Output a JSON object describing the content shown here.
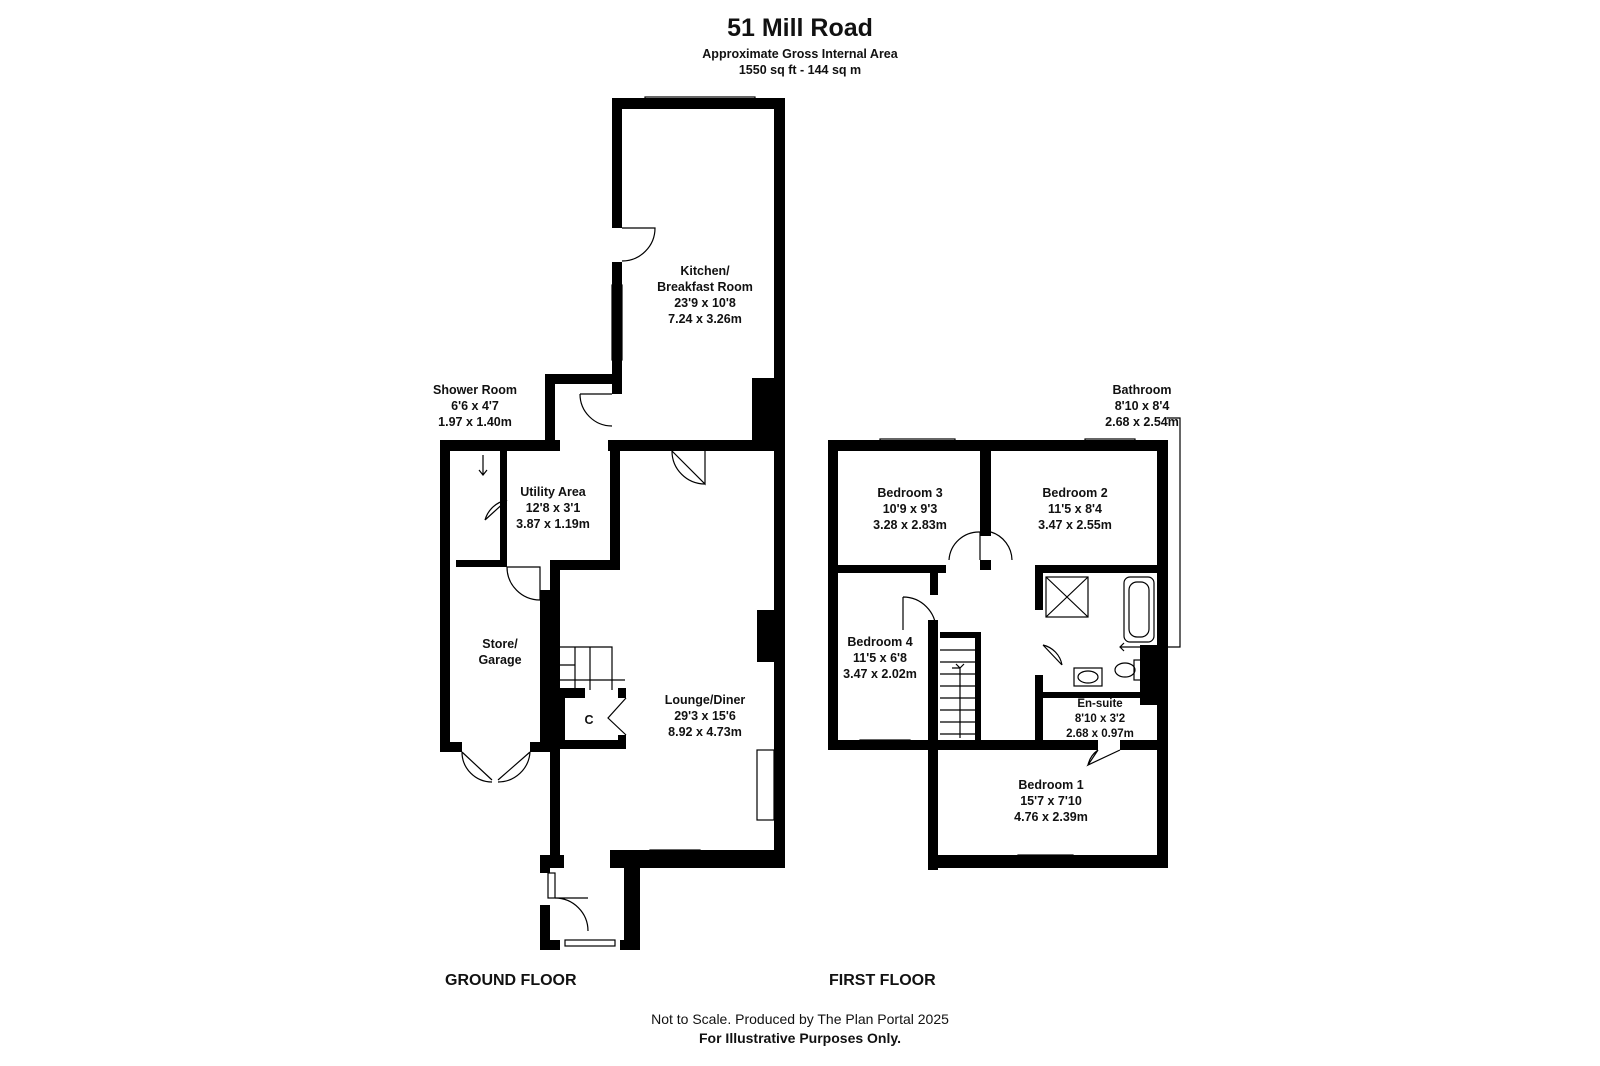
{
  "header": {
    "title": "51 Mill Road",
    "area_caption": "Approximate Gross Internal Area",
    "area_value": "1550 sq ft - 144 sq m"
  },
  "ground_floor": {
    "label": "GROUND FLOOR",
    "rooms": {
      "kitchen": {
        "name1": "Kitchen/",
        "name2": "Breakfast Room",
        "imperial": "23'9 x 10'8",
        "metric": "7.24 x 3.26m"
      },
      "shower_room": {
        "name": "Shower Room",
        "imperial": "6'6 x 4'7",
        "metric": "1.97 x 1.40m"
      },
      "utility": {
        "name": "Utility Area",
        "imperial": "12'8 x 3'1",
        "metric": "3.87 x 1.19m"
      },
      "store": {
        "name1": "Store/",
        "name2": "Garage"
      },
      "lounge": {
        "name": "Lounge/Diner",
        "imperial": "29'3 x 15'6",
        "metric": "8.92 x 4.73m"
      },
      "cupboard": {
        "name": "C"
      }
    }
  },
  "first_floor": {
    "label": "FIRST FLOOR",
    "rooms": {
      "bathroom": {
        "name": "Bathroom",
        "imperial": "8'10 x 8'4",
        "metric": "2.68 x 2.54m"
      },
      "bedroom3": {
        "name": "Bedroom 3",
        "imperial": "10'9 x 9'3",
        "metric": "3.28 x 2.83m"
      },
      "bedroom2": {
        "name": "Bedroom 2",
        "imperial": "11'5 x 8'4",
        "metric": "3.47 x 2.55m"
      },
      "bedroom4": {
        "name": "Bedroom 4",
        "imperial": "11'5 x 6'8",
        "metric": "3.47 x 2.02m"
      },
      "ensuite": {
        "name": "En-suite",
        "imperial": "8'10 x 3'2",
        "metric": "2.68 x 0.97m"
      },
      "bedroom1": {
        "name": "Bedroom 1",
        "imperial": "15'7 x 7'10",
        "metric": "4.76 x 2.39m"
      }
    }
  },
  "footer": {
    "line1": "Not to Scale. Produced by The Plan Portal 2025",
    "line2": "For Illustrative Purposes Only."
  }
}
